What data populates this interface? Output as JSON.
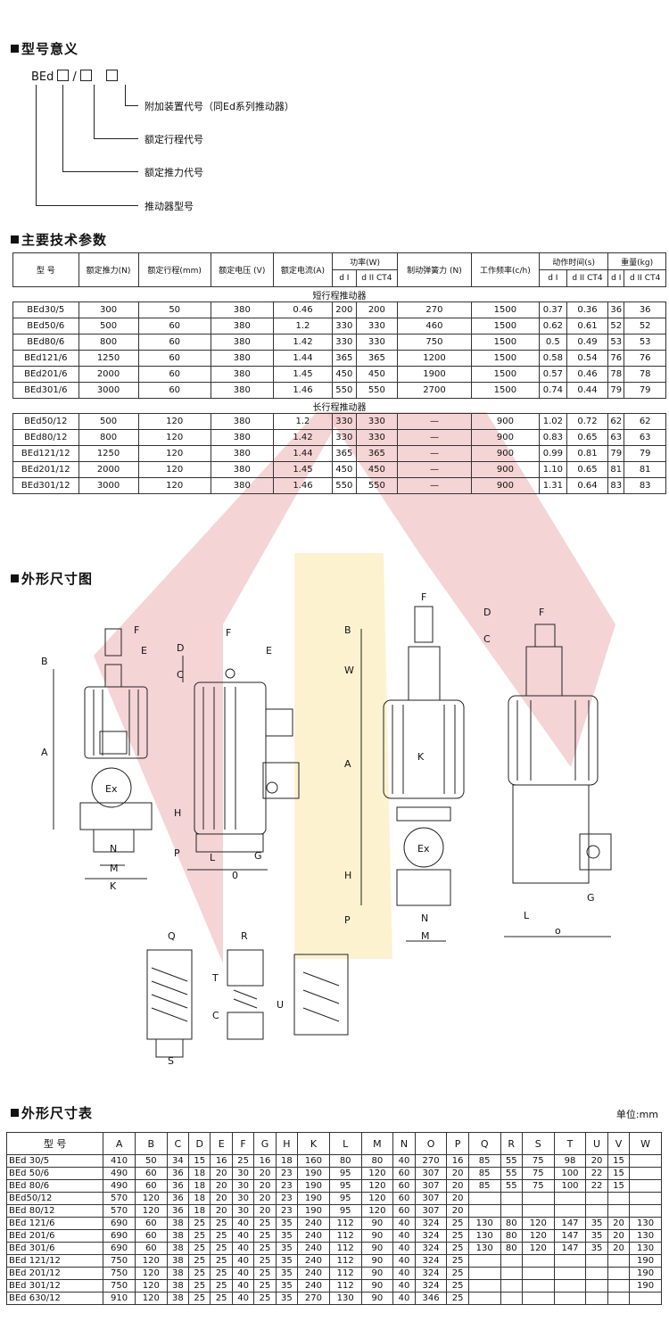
{
  "sections": {
    "model_meaning": "型号意义",
    "main_params": "主要技术参数",
    "outline_drawing": "外形尺寸图",
    "outline_table": "外形尺寸表"
  },
  "model_code": {
    "prefix": "BEd",
    "slash": "/"
  },
  "model_meaning": [
    "附加装置代号（同Ed系列推动器）",
    "额定行程代号",
    "额定推力代号",
    "推动器型号"
  ],
  "params_table": {
    "headers": {
      "model": "型 号",
      "thrust": "额定推力(N)",
      "stroke": "额定行程(mm)",
      "voltage": "额定电压 (V)",
      "current": "额定电流(A)",
      "power": "功率(W)",
      "spring": "制动弹簧力 (N)",
      "freq": "工作频率(c/h)",
      "time": "动作时间(s)",
      "weight": "重量(kg)",
      "dI": "d I",
      "dIICT4": "d II CT4"
    },
    "section_short": "短行程推动器",
    "section_long": "长行程推动器",
    "short_rows": [
      [
        "BEd30/5",
        "300",
        "50",
        "380",
        "0.46",
        "200",
        "200",
        "270",
        "1500",
        "0.37",
        "0.36",
        "36",
        "36"
      ],
      [
        "BEd50/6",
        "500",
        "60",
        "380",
        "1.2",
        "330",
        "330",
        "460",
        "1500",
        "0.62",
        "0.61",
        "52",
        "52"
      ],
      [
        "BEd80/6",
        "800",
        "60",
        "380",
        "1.42",
        "330",
        "330",
        "750",
        "1500",
        "0.5",
        "0.49",
        "53",
        "53"
      ],
      [
        "BEd121/6",
        "1250",
        "60",
        "380",
        "1.44",
        "365",
        "365",
        "1200",
        "1500",
        "0.58",
        "0.54",
        "76",
        "76"
      ],
      [
        "BEd201/6",
        "2000",
        "60",
        "380",
        "1.45",
        "450",
        "450",
        "1900",
        "1500",
        "0.57",
        "0.46",
        "78",
        "78"
      ],
      [
        "BEd301/6",
        "3000",
        "60",
        "380",
        "1.46",
        "550",
        "550",
        "2700",
        "1500",
        "0.74",
        "0.44",
        "79",
        "79"
      ]
    ],
    "long_rows": [
      [
        "BEd50/12",
        "500",
        "120",
        "380",
        "1.2",
        "330",
        "330",
        "—",
        "900",
        "1.02",
        "0.72",
        "62",
        "62"
      ],
      [
        "BEd80/12",
        "800",
        "120",
        "380",
        "1.42",
        "330",
        "330",
        "—",
        "900",
        "0.83",
        "0.65",
        "63",
        "63"
      ],
      [
        "BEd121/12",
        "1250",
        "120",
        "380",
        "1.44",
        "365",
        "365",
        "—",
        "900",
        "0.99",
        "0.81",
        "79",
        "79"
      ],
      [
        "BEd201/12",
        "2000",
        "120",
        "380",
        "1.45",
        "450",
        "450",
        "—",
        "900",
        "1.10",
        "0.65",
        "81",
        "81"
      ],
      [
        "BEd301/12",
        "3000",
        "120",
        "380",
        "1.46",
        "550",
        "550",
        "—",
        "900",
        "1.31",
        "0.64",
        "83",
        "83"
      ]
    ]
  },
  "unit_label": "单位:mm",
  "dims_table": {
    "headers": [
      "型 号",
      "A",
      "B",
      "C",
      "D",
      "E",
      "F",
      "G",
      "H",
      "K",
      "L",
      "M",
      "N",
      "O",
      "P",
      "Q",
      "R",
      "S",
      "T",
      "U",
      "V",
      "W"
    ],
    "rows": [
      [
        "BEd 30/5",
        "410",
        "50",
        "34",
        "15",
        "16",
        "25",
        "16",
        "18",
        "160",
        "80",
        "80",
        "40",
        "270",
        "16",
        "85",
        "55",
        "75",
        "98",
        "20",
        "15",
        ""
      ],
      [
        "BEd 50/6",
        "490",
        "60",
        "36",
        "18",
        "20",
        "30",
        "20",
        "23",
        "190",
        "95",
        "120",
        "60",
        "307",
        "20",
        "85",
        "55",
        "75",
        "100",
        "22",
        "15",
        ""
      ],
      [
        "BEd 80/6",
        "490",
        "60",
        "36",
        "18",
        "20",
        "30",
        "20",
        "23",
        "190",
        "95",
        "120",
        "60",
        "307",
        "20",
        "85",
        "55",
        "75",
        "100",
        "22",
        "15",
        ""
      ],
      [
        "BEd50/12",
        "570",
        "120",
        "36",
        "18",
        "20",
        "30",
        "20",
        "23",
        "190",
        "95",
        "120",
        "60",
        "307",
        "20",
        "",
        "",
        "",
        "",
        "",
        "",
        ""
      ],
      [
        "BEd 80/12",
        "570",
        "120",
        "36",
        "18",
        "20",
        "30",
        "20",
        "23",
        "190",
        "95",
        "120",
        "60",
        "307",
        "20",
        "",
        "",
        "",
        "",
        "",
        "",
        ""
      ],
      [
        "BEd 121/6",
        "690",
        "60",
        "38",
        "25",
        "25",
        "40",
        "25",
        "35",
        "240",
        "112",
        "90",
        "40",
        "324",
        "25",
        "130",
        "80",
        "120",
        "147",
        "35",
        "20",
        "130"
      ],
      [
        "BEd 201/6",
        "690",
        "60",
        "38",
        "25",
        "25",
        "40",
        "25",
        "35",
        "240",
        "112",
        "90",
        "40",
        "324",
        "25",
        "130",
        "80",
        "120",
        "147",
        "35",
        "20",
        "130"
      ],
      [
        "BEd 301/6",
        "690",
        "60",
        "38",
        "25",
        "25",
        "40",
        "25",
        "35",
        "240",
        "112",
        "90",
        "40",
        "324",
        "25",
        "130",
        "80",
        "120",
        "147",
        "35",
        "20",
        "130"
      ],
      [
        "BEd 121/12",
        "750",
        "120",
        "38",
        "25",
        "25",
        "40",
        "25",
        "35",
        "240",
        "112",
        "90",
        "40",
        "324",
        "25",
        "",
        "",
        "",
        "",
        "",
        "",
        "190"
      ],
      [
        "BEd 201/12",
        "750",
        "120",
        "38",
        "25",
        "25",
        "40",
        "25",
        "35",
        "240",
        "112",
        "90",
        "40",
        "324",
        "25",
        "",
        "",
        "",
        "",
        "",
        "",
        "190"
      ],
      [
        "BEd 301/12",
        "750",
        "120",
        "38",
        "25",
        "25",
        "40",
        "25",
        "35",
        "240",
        "112",
        "90",
        "40",
        "324",
        "25",
        "",
        "",
        "",
        "",
        "",
        "",
        "190"
      ],
      [
        "BEd 630/12",
        "910",
        "120",
        "38",
        "25",
        "25",
        "40",
        "25",
        "35",
        "270",
        "130",
        "90",
        "40",
        "346",
        "25",
        "",
        "",
        "",
        "",
        "",
        "",
        ""
      ]
    ]
  },
  "drawing_labels": {
    "view1": [
      "B",
      "F",
      "E",
      "A",
      "N",
      "M",
      "K",
      "Ex"
    ],
    "view2": [
      "D",
      "F",
      "C",
      "E",
      "H",
      "P",
      "L",
      "0",
      "G"
    ],
    "view3": [
      "F",
      "B",
      "W",
      "A",
      "K",
      "H",
      "P",
      "N",
      "M",
      "Ex"
    ],
    "view4": [
      "D",
      "F",
      "C",
      "G",
      "L",
      "o"
    ],
    "spring1": [
      "Q",
      "S"
    ],
    "spring2": [
      "R",
      "T",
      "C",
      "U"
    ]
  },
  "colors": {
    "watermark_red": "#f2c6c8",
    "watermark_yellow": "#fcefc4"
  }
}
